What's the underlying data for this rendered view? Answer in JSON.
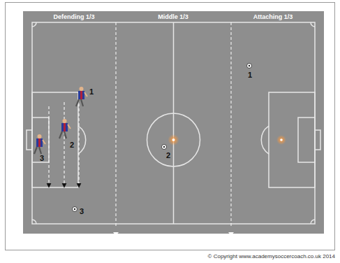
{
  "diagram": {
    "labels": [
      "Defending 1/3",
      "Middle 1/3",
      "Attaching 1/3",
      "1",
      "2",
      "3",
      "1",
      "2",
      "3",
      "© Copyright www.academysoccercoach.co.uk 2014"
    ]
  }
}
